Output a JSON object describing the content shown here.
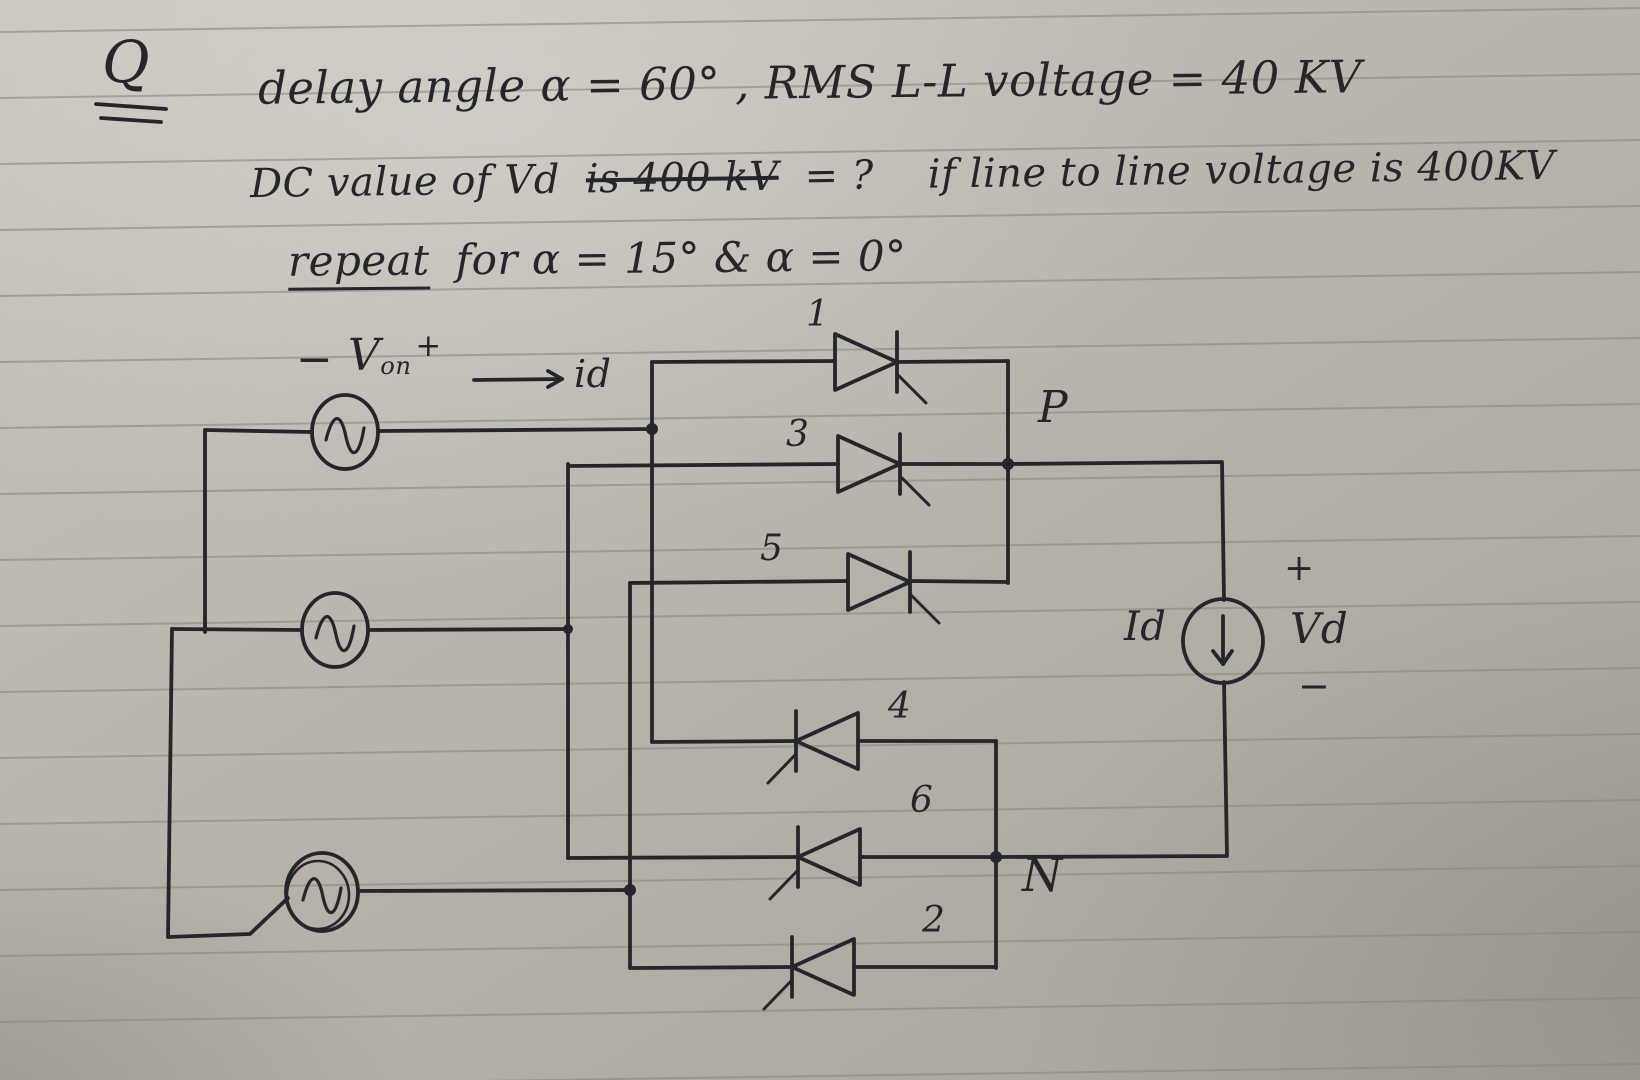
{
  "question": {
    "label": "Q",
    "line1": "delay angle   α = 60° ,   RMS L-L voltage =  40 KV",
    "line2_pre": "DC value of Vd",
    "line2_struck": "is 400 kV",
    "line2_mid": "= ?",
    "line2_post": "if line to line voltage is 400KV",
    "line3_underlined": "repeat",
    "line3_rest": "for α = 15°  &  α = 0°"
  },
  "circuit": {
    "von_minus": "−",
    "von": "V",
    "von_sub": "on",
    "von_plus": "+",
    "id_label": "id",
    "thyristor_1": "1",
    "thyristor_3": "3",
    "thyristor_5": "5",
    "thyristor_4": "4",
    "thyristor_6": "6",
    "thyristor_2": "2",
    "node_p": "P",
    "node_n": "N",
    "load_current": "Id",
    "load_plus": "+",
    "load_voltage": "Vd",
    "load_minus": "−"
  },
  "colors": {
    "ink": "#26262a",
    "paper": "#b5b1a9",
    "rule": "#8d887e"
  }
}
